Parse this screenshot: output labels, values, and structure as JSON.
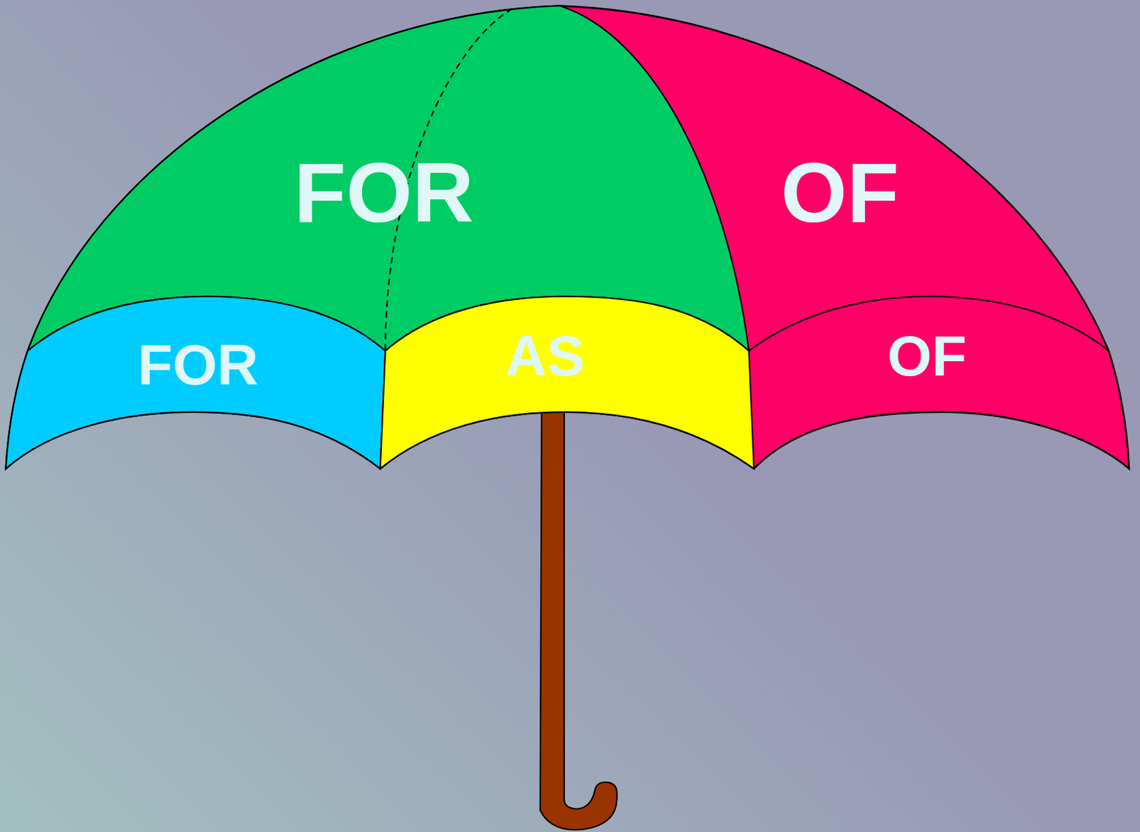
{
  "diagram": {
    "nodes": [
      {
        "text": [
          "FOR"
        ]
      },
      {
        "text": [
          "OF"
        ]
      },
      {
        "text": [
          "FOR"
        ]
      },
      {
        "text": [
          "AS"
        ]
      },
      {
        "text": [
          "OF"
        ]
      }
    ]
  }
}
